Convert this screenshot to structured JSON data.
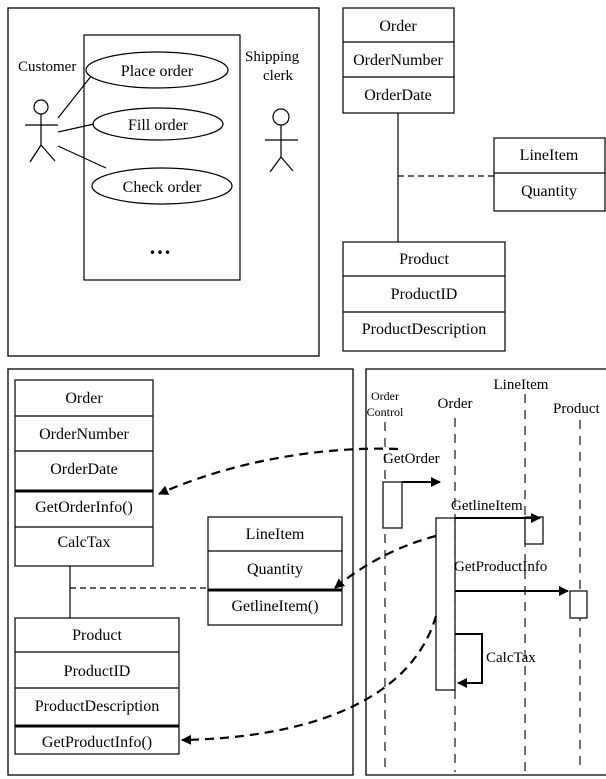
{
  "use_case": {
    "actors": {
      "customer": "Customer",
      "clerk_line1": "Shipping",
      "clerk_line2": "clerk"
    },
    "cases": [
      "Place order",
      "Fill order",
      "Check order"
    ],
    "more": "..."
  },
  "class_diagram": {
    "order": {
      "name": "Order",
      "attrs": [
        "OrderNumber",
        "OrderDate"
      ]
    },
    "lineitem": {
      "name": "LineItem",
      "attrs": [
        "Quantity"
      ]
    },
    "product": {
      "name": "Product",
      "attrs": [
        "ProductID",
        "ProductDescription"
      ]
    }
  },
  "detailed_class_diagram": {
    "order": {
      "name": "Order",
      "attrs": [
        "OrderNumber",
        "OrderDate"
      ],
      "ops": [
        "GetOrderInfo()",
        "CalcTax"
      ]
    },
    "lineitem": {
      "name": "LineItem",
      "attrs": [
        "Quantity"
      ],
      "ops": [
        "GetlineItem()"
      ]
    },
    "product": {
      "name": "Product",
      "attrs": [
        "ProductID",
        "ProductDescription"
      ],
      "ops": [
        "GetProductInfo()"
      ]
    }
  },
  "sequence": {
    "lifelines": {
      "order_control_1": "Order",
      "order_control_2": "Control",
      "order": "Order",
      "lineitem": "LineItem",
      "product": "Product"
    },
    "messages": [
      "GetOrder",
      "GetlineItem",
      "GetProductInfo",
      "CalcTax"
    ]
  }
}
